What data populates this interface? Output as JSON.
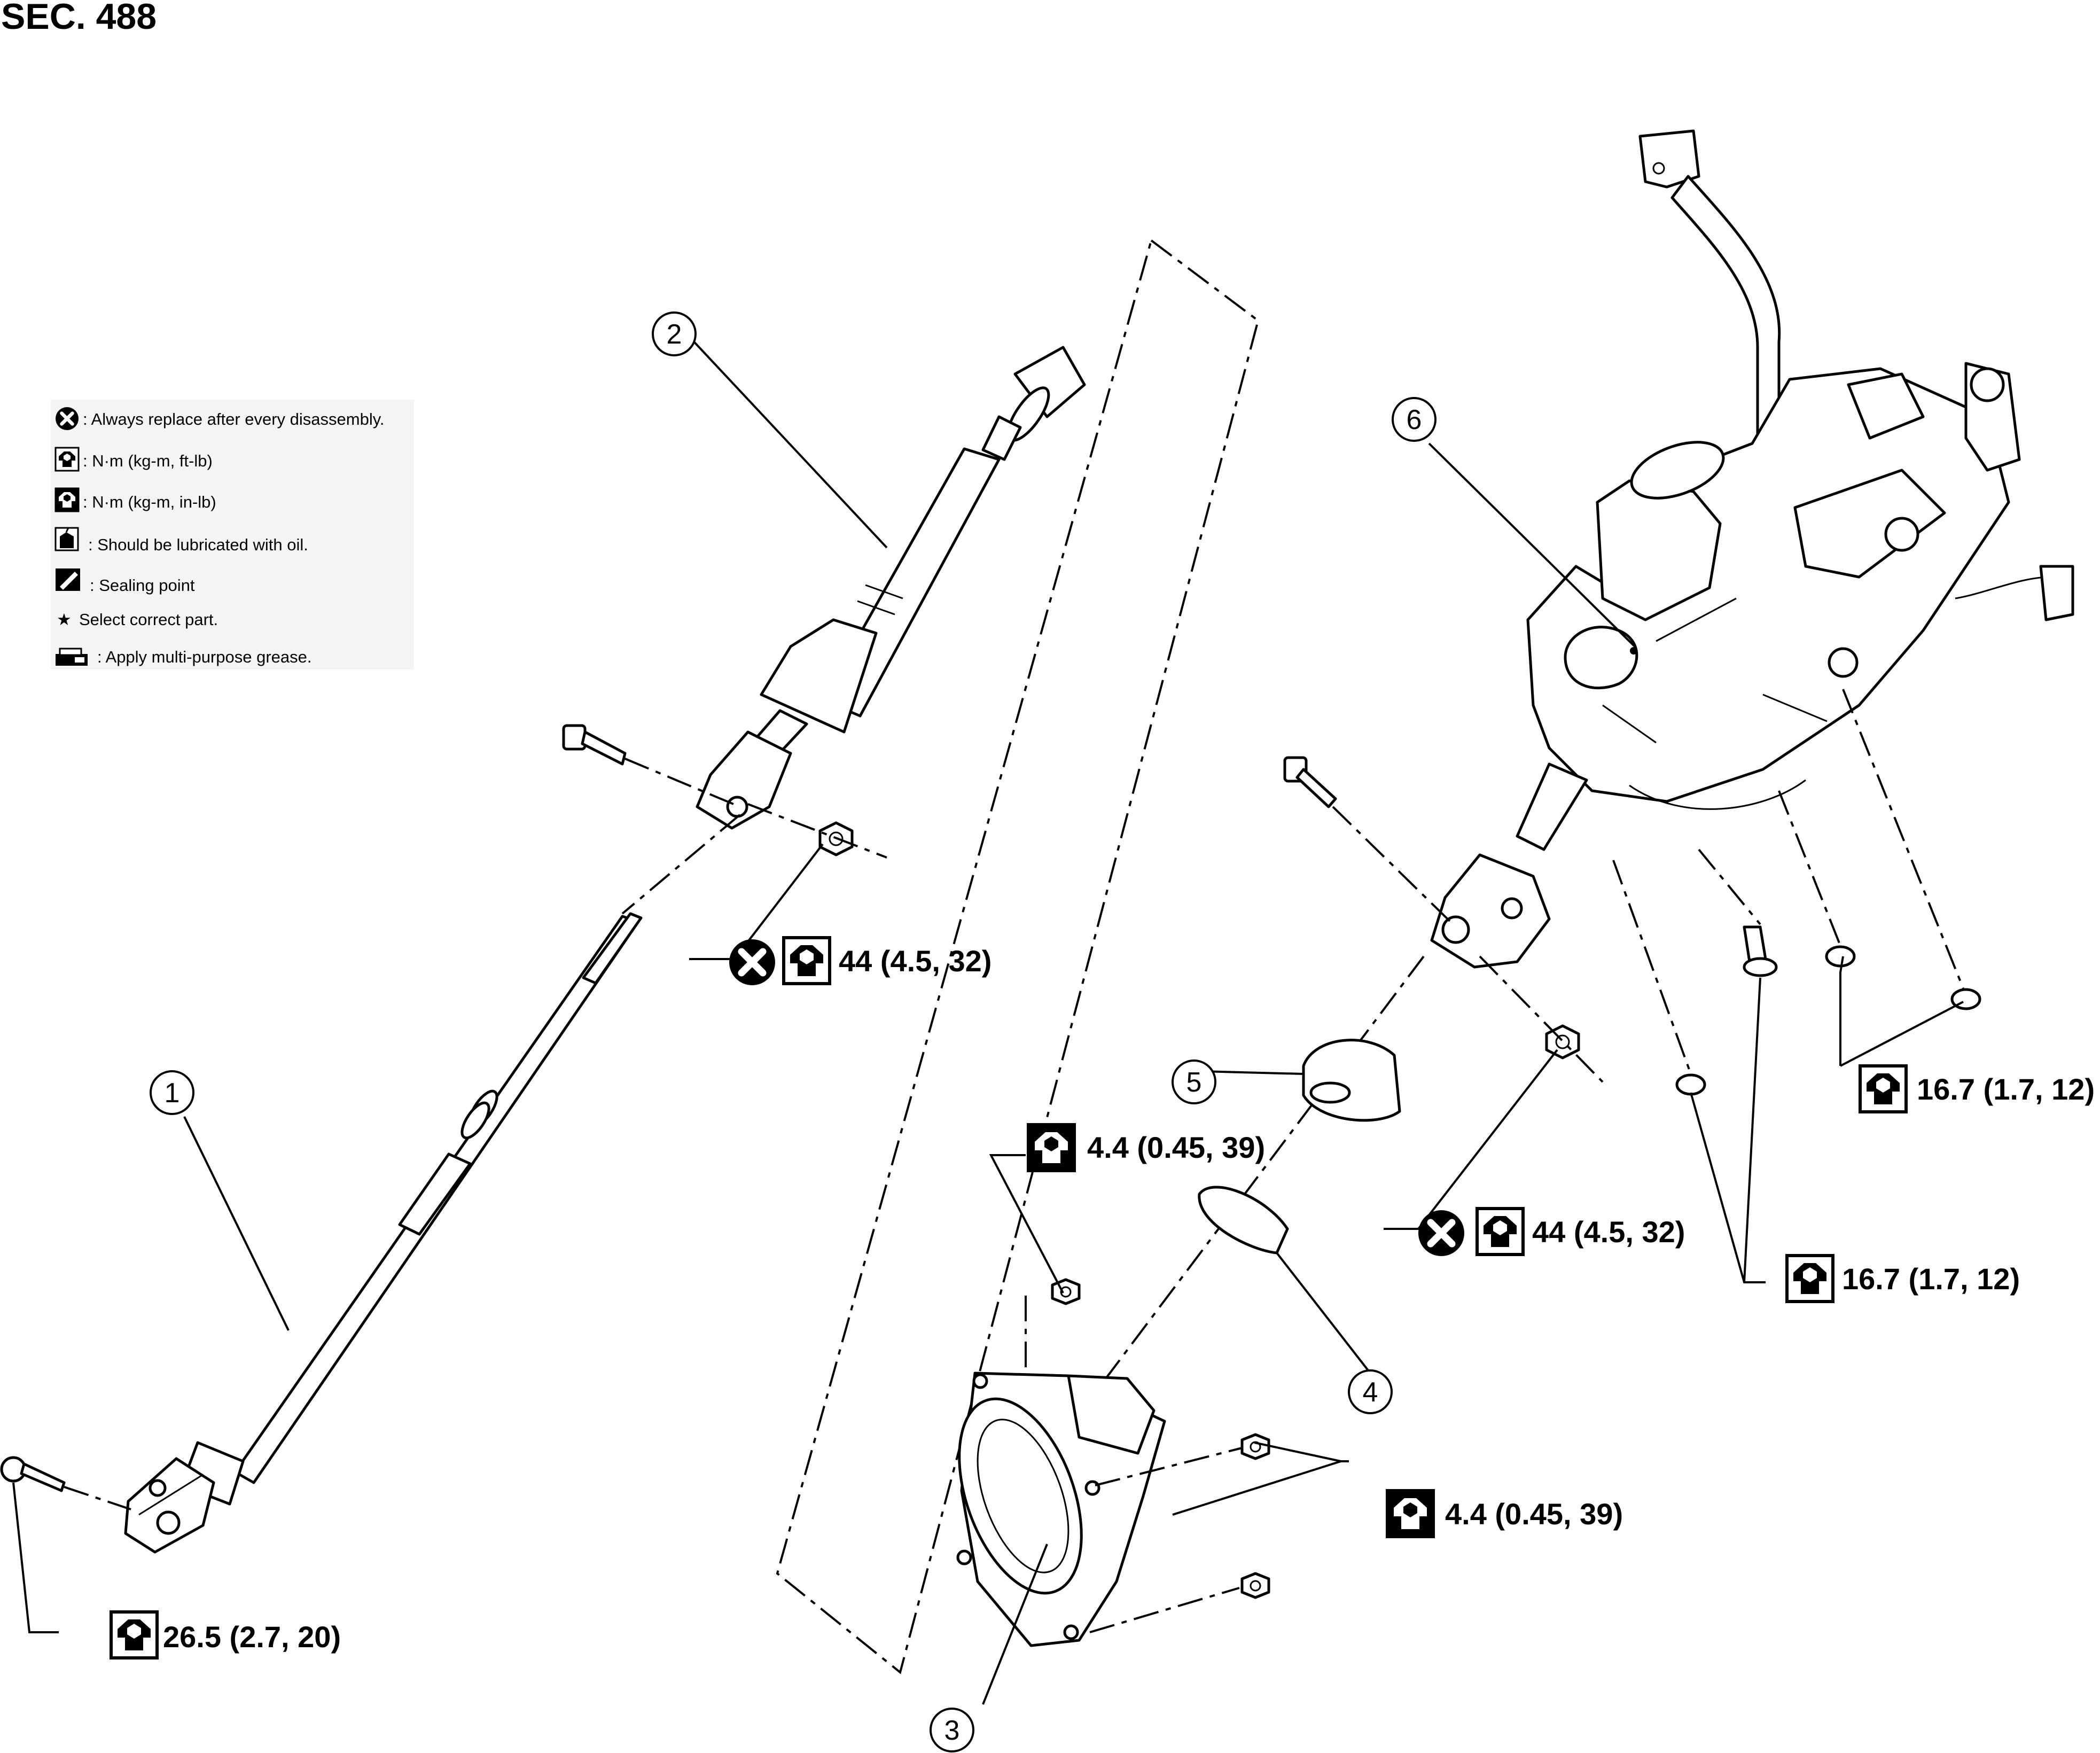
{
  "section_title": "SEC. 488",
  "legend": [
    {
      "icon": "always-replace-icon",
      "text": ": Always replace after every disassembly."
    },
    {
      "icon": "torque-wrench-icon",
      "text": ": N·m (kg-m, ft-lb)"
    },
    {
      "icon": "torque-wrench-filled-icon",
      "text": ": N·m (kg-m, in-lb)"
    },
    {
      "icon": "oil-can-icon",
      "text": ": Should be lubricated with oil."
    },
    {
      "icon": "sealing-point-icon",
      "text": ": Sealing point"
    },
    {
      "icon": "star-icon",
      "text": "Select correct part.",
      "symbol": "★"
    },
    {
      "icon": "grease-tube-icon",
      "text": ": Apply multi-purpose grease."
    }
  ],
  "callouts": [
    "1",
    "2",
    "3",
    "4",
    "5",
    "6"
  ],
  "torque_specs": {
    "lower_joint_bolt": "26.5 (2.7, 20)",
    "upper_joint_nut": "44 (4.5, 32)",
    "column_joint_nut": "44 (4.5, 32)",
    "hole_cover_nut_upper": "4.4 (0.45, 39)",
    "hole_cover_nuts_right": "4.4 (0.45, 39)",
    "column_mount_nuts_upper": "16.7 (1.7, 12)",
    "column_mount_nuts_lower": "16.7 (1.7, 12)"
  }
}
